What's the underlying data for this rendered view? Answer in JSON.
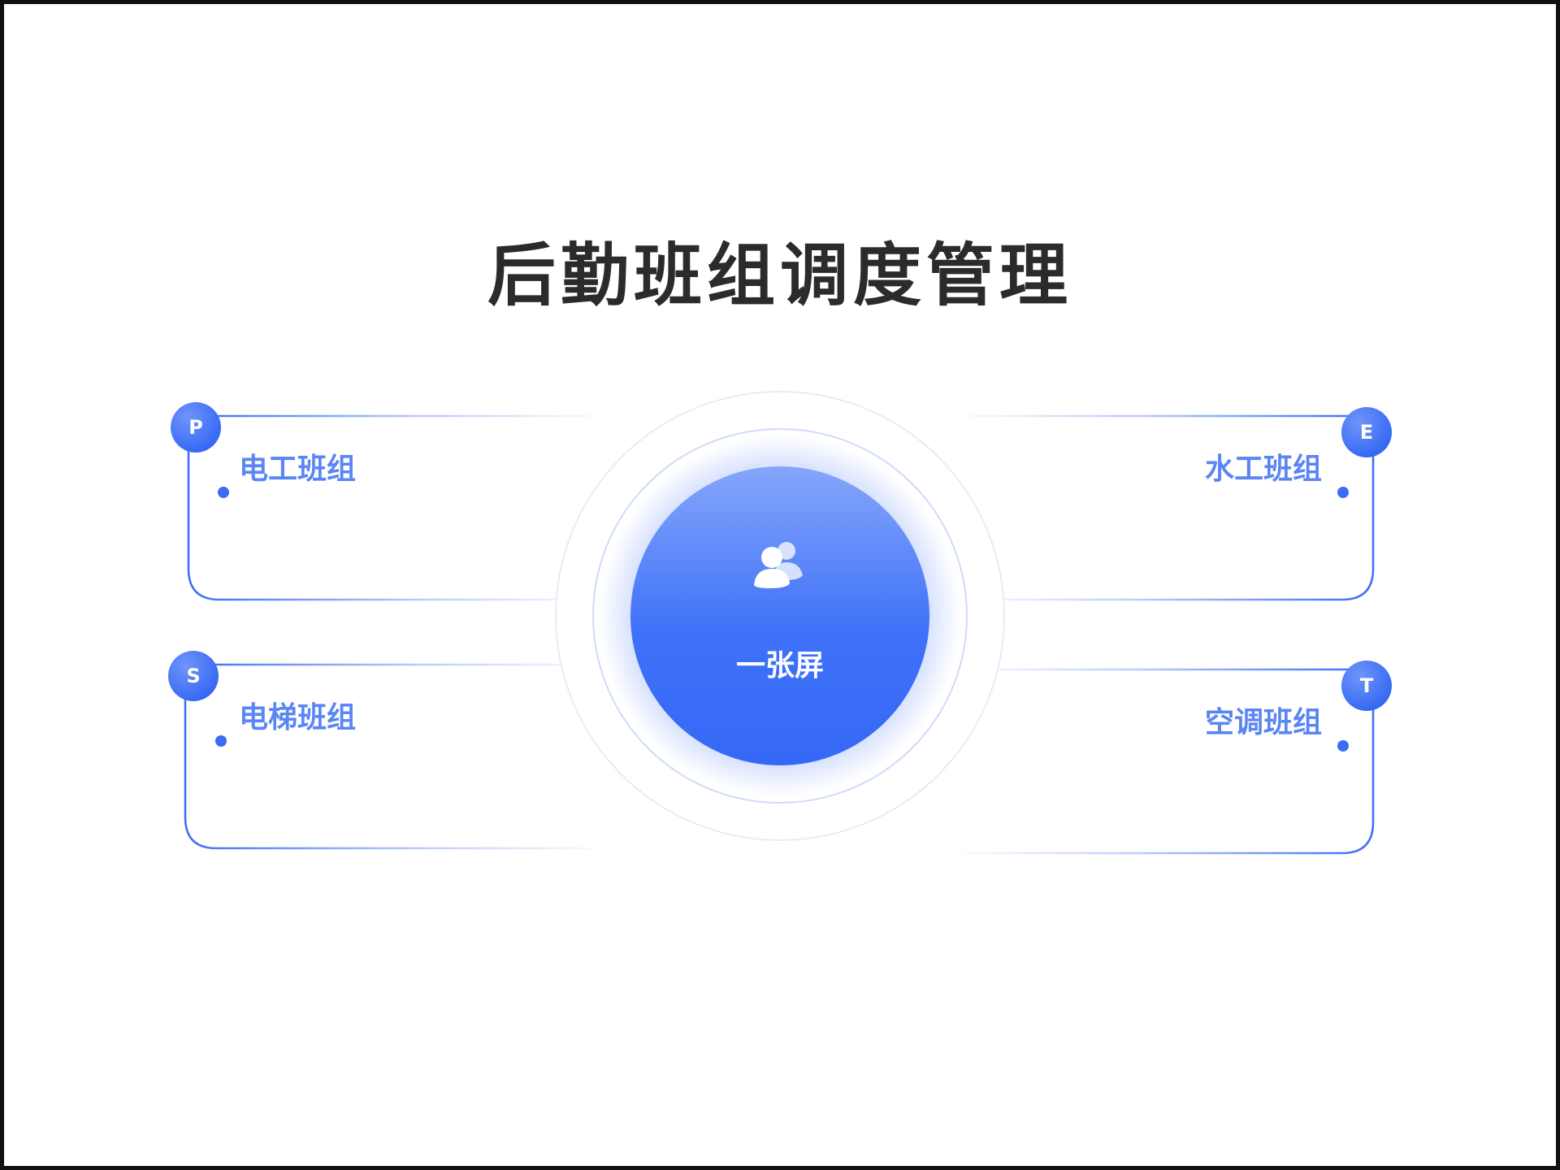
{
  "title": "后勤班组调度管理",
  "hub": {
    "label": "一张屏",
    "icon": "users-icon"
  },
  "cards": [
    {
      "badge": "P",
      "label": "电工班组",
      "side": "left",
      "row": "top"
    },
    {
      "badge": "E",
      "label": "水工班组",
      "side": "right",
      "row": "top"
    },
    {
      "badge": "S",
      "label": "电梯班组",
      "side": "left",
      "row": "bottom"
    },
    {
      "badge": "T",
      "label": "空调班组",
      "side": "right",
      "row": "bottom"
    }
  ],
  "colors": {
    "accent": "#3a6cf6",
    "accent_light": "#86a6fb",
    "label": "#5a86f5",
    "title": "#2b2b2b",
    "frame": "#111111"
  }
}
